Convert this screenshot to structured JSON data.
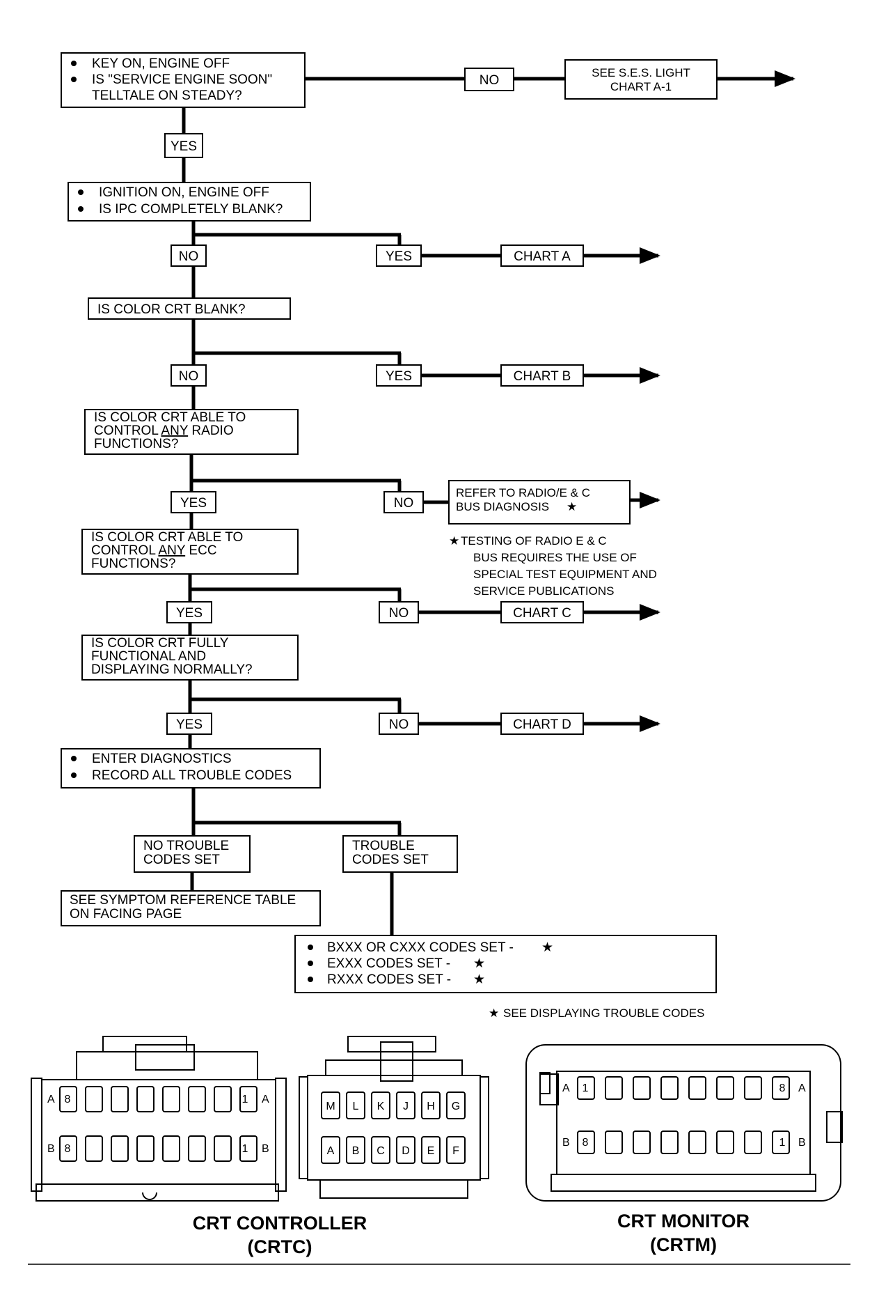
{
  "flow": {
    "q1": {
      "line1": "KEY ON, ENGINE OFF",
      "line2": "IS \"SERVICE ENGINE SOON\"",
      "line3": "TELLTALE ON STEADY?"
    },
    "q1_no": "NO",
    "ses_ref": {
      "line1": "SEE S.E.S. LIGHT",
      "line2": "CHART A-1"
    },
    "q1_yes": "YES",
    "q2": {
      "line1": "IGNITION ON, ENGINE OFF",
      "line2": "IS IPC COMPLETELY BLANK?"
    },
    "q2_no": "NO",
    "q2_yes": "YES",
    "chart_a": "CHART A",
    "q3": "IS COLOR CRT BLANK?",
    "q3_no": "NO",
    "q3_yes": "YES",
    "chart_b": "CHART B",
    "q4": {
      "line1": "IS COLOR CRT ABLE TO",
      "line2_pre": "CONTROL ",
      "line2_u": "ANY",
      "line2_post": " RADIO",
      "line3": "FUNCTIONS?"
    },
    "q4_yes": "YES",
    "q4_no": "NO",
    "radio_ref": {
      "line1": "REFER TO RADIO/E & C",
      "line2": "BUS DIAGNOSIS",
      "star": "★"
    },
    "radio_note": {
      "star": "★",
      "line1": "TESTING OF RADIO E & C",
      "line2": "BUS REQUIRES THE USE OF",
      "line3": "SPECIAL TEST EQUIPMENT AND",
      "line4": "SERVICE PUBLICATIONS"
    },
    "q5": {
      "line1": "IS COLOR CRT ABLE TO",
      "line2_pre": "CONTROL ",
      "line2_u": "ANY",
      "line2_post": " ECC",
      "line3": "FUNCTIONS?"
    },
    "q5_yes": "YES",
    "q5_no": "NO",
    "chart_c": "CHART C",
    "q6": {
      "line1": "IS COLOR CRT FULLY",
      "line2": "FUNCTIONAL AND",
      "line3": "DISPLAYING NORMALLY?"
    },
    "q6_yes": "YES",
    "q6_no": "NO",
    "chart_d": "CHART D",
    "diag": {
      "line1": "ENTER DIAGNOSTICS",
      "line2": "RECORD ALL TROUBLE CODES"
    },
    "no_codes": {
      "line1": "NO TROUBLE",
      "line2": "CODES SET"
    },
    "codes": {
      "line1": "TROUBLE",
      "line2": "CODES SET"
    },
    "symptom": {
      "line1": "SEE SYMPTOM REFERENCE TABLE",
      "line2": "ON FACING PAGE"
    },
    "codes_list": {
      "line1": "BXXX OR CXXX CODES SET -",
      "line2": "EXXX CODES SET -",
      "line3": "RXXX CODES SET -",
      "star": "★"
    },
    "footnote": {
      "star": "★",
      "text": "SEE DISPLAYING TROUBLE CODES"
    }
  },
  "connectors": {
    "crtc": {
      "label_line1": "CRT CONTROLLER",
      "label_line2": "(CRTC)",
      "row_a": "A",
      "row_b": "B",
      "a_first": "8",
      "a_last": "1",
      "b_first": "8",
      "b_last": "1"
    },
    "mid": {
      "top_pins": [
        "M",
        "L",
        "K",
        "J",
        "H",
        "G"
      ],
      "bottom_pins": [
        "A",
        "B",
        "C",
        "D",
        "E",
        "F"
      ]
    },
    "crtm": {
      "label_line1": "CRT MONITOR",
      "label_line2": "(CRTM)",
      "row_a": "A",
      "row_b": "B",
      "a_first": "1",
      "a_last": "8",
      "b_first": "8",
      "b_last": "1"
    }
  }
}
